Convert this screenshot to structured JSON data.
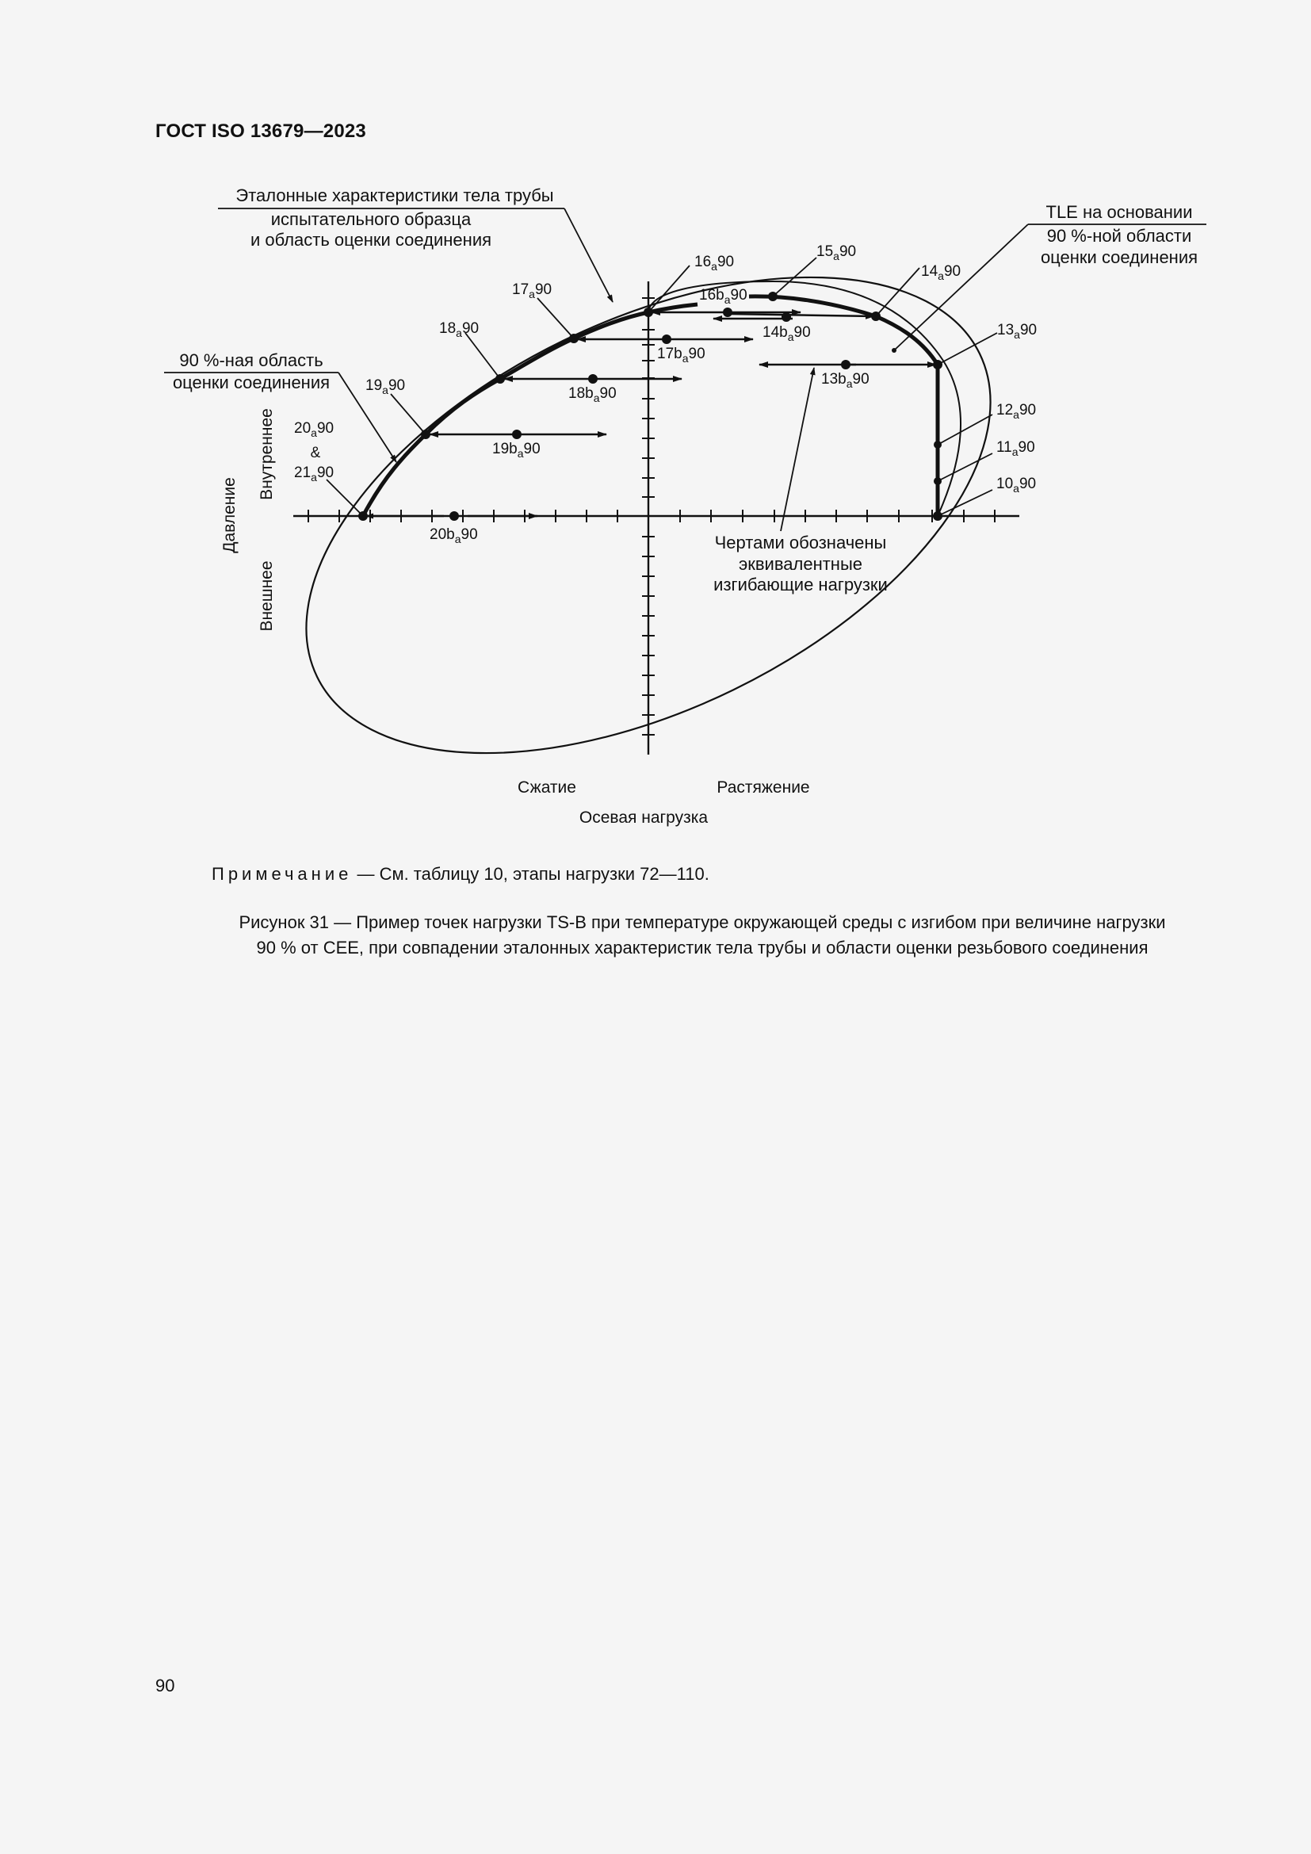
{
  "header": {
    "title": "ГОСТ ISO 13679—2023"
  },
  "diagram": {
    "callouts": {
      "pipe_body_line1": "Эталонные характеристики тела трубы",
      "pipe_body_line2": "испытательного образца",
      "pipe_body_line3": "и область оценки соединения",
      "tle_line1": "TLE на основании",
      "tle_line2": "90 %-ной области",
      "tle_line3": "оценки соединения",
      "region90_line1": "90 %-ная область",
      "region90_line2": "оценки соединения",
      "bending_line1": "Чертами обозначены",
      "bending_line2": "эквивалентные",
      "bending_line3": "изгибающие нагрузки"
    },
    "axes": {
      "y_title": "Давление",
      "y_positive": "Внутреннее",
      "y_negative": "Внешнее",
      "x_negative": "Сжатие",
      "x_positive": "Растяжение",
      "x_title": "Осевая нагрузка"
    },
    "points": {
      "p10": {
        "num": "10",
        "sub": "a",
        "suf": "90"
      },
      "p11": {
        "num": "11",
        "sub": "a",
        "suf": "90"
      },
      "p12": {
        "num": "12",
        "sub": "a",
        "suf": "90"
      },
      "p13": {
        "num": "13",
        "sub": "a",
        "suf": "90"
      },
      "p14": {
        "num": "14",
        "sub": "a",
        "suf": "90"
      },
      "p15": {
        "num": "15",
        "sub": "a",
        "suf": "90"
      },
      "p16": {
        "num": "16",
        "sub": "a",
        "suf": "90"
      },
      "p17": {
        "num": "17",
        "sub": "a",
        "suf": "90"
      },
      "p18": {
        "num": "18",
        "sub": "a",
        "suf": "90"
      },
      "p19": {
        "num": "19",
        "sub": "a",
        "suf": "90"
      },
      "p20": {
        "num": "20",
        "sub": "a",
        "suf": "90"
      },
      "amp": "&",
      "p21": {
        "num": "21",
        "sub": "a",
        "suf": "90"
      },
      "b13": {
        "num": "13b",
        "sub": "a",
        "suf": "90"
      },
      "b14": {
        "num": "14b",
        "sub": "a",
        "suf": "90"
      },
      "b16": {
        "num": "16b",
        "sub": "a",
        "suf": "90"
      },
      "b17": {
        "num": "17b",
        "sub": "a",
        "suf": "90"
      },
      "b18": {
        "num": "18b",
        "sub": "a",
        "suf": "90"
      },
      "b19": {
        "num": "19b",
        "sub": "a",
        "suf": "90"
      },
      "b20": {
        "num": "20b",
        "sub": "a",
        "suf": "90"
      }
    }
  },
  "note": {
    "label": "Примечание",
    "text": " — См. таблицу 10, этапы нагрузки 72—110."
  },
  "caption": {
    "line1": "Рисунок 31 — Пример точек нагрузки TS-B при температуре окружающей среды с изгибом при величине нагрузки",
    "line2": "90 % от CEE, при совпадении эталонных характеристик тела трубы и области оценки резьбового соединения"
  },
  "page_number": "90"
}
